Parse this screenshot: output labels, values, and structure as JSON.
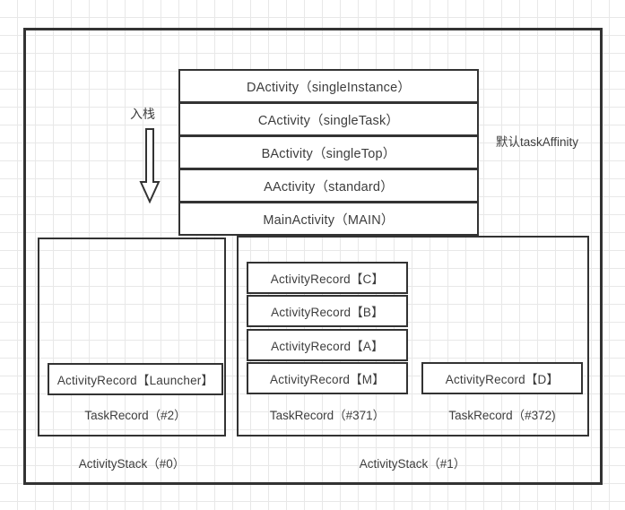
{
  "diagram": {
    "title": "Android Activity Stack / TaskRecord diagram",
    "colors": {
      "border": "#333333",
      "text": "#3d3d3d",
      "grid": "#e8e8e8",
      "background": "#ffffff"
    }
  },
  "push_arrow": {
    "label": "入栈",
    "icon": "arrow-down-icon",
    "direction": "down"
  },
  "affinity_note": {
    "text": "默认taskAffinity"
  },
  "main_task_stack": {
    "rows": [
      {
        "label": "DActivity（singleInstance）"
      },
      {
        "label": "CActivity（singleTask）"
      },
      {
        "label": "BActivity（singleTop）"
      },
      {
        "label": "AActivity（standard）"
      },
      {
        "label": "MainActivity（MAIN）"
      }
    ]
  },
  "activity_stacks": [
    {
      "label": "ActivityStack（#0）",
      "task_records": [
        {
          "label": "TaskRecord（#2）",
          "records": [
            {
              "label": "ActivityRecord【Launcher】"
            }
          ]
        }
      ]
    },
    {
      "label": "ActivityStack（#1）",
      "task_records": [
        {
          "label": "TaskRecord（#371）",
          "records": [
            {
              "label": "ActivityRecord【C】"
            },
            {
              "label": "ActivityRecord【B】"
            },
            {
              "label": "ActivityRecord【A】"
            },
            {
              "label": "ActivityRecord【M】"
            }
          ]
        },
        {
          "label": "TaskRecord（#372)",
          "records": [
            {
              "label": "ActivityRecord【D】"
            }
          ]
        }
      ]
    }
  ]
}
